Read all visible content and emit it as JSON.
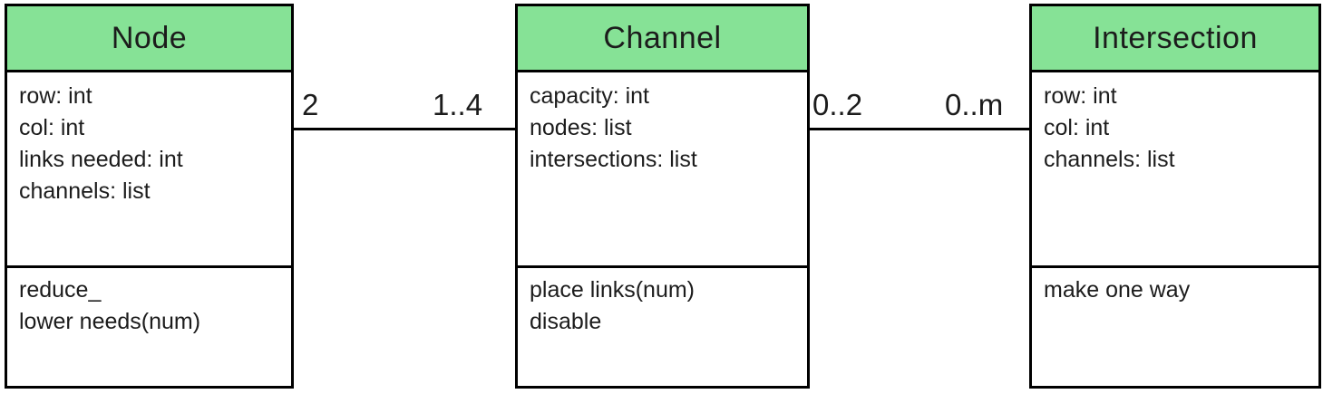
{
  "diagram": {
    "type": "uml-class-diagram",
    "colors": {
      "header_fill": "#86E296",
      "border": "#000000",
      "background": "#FFFFFF"
    },
    "classes": [
      {
        "name": "Node",
        "attributes": [
          "row: int",
          "col: int",
          "links needed: int",
          "channels: list"
        ],
        "methods": [
          "reduce_",
          "lower needs(num)"
        ]
      },
      {
        "name": "Channel",
        "attributes": [
          "capacity: int",
          "nodes: list",
          "intersections: list"
        ],
        "methods": [
          "place links(num)",
          "disable"
        ]
      },
      {
        "name": "Intersection",
        "attributes": [
          "row: int",
          "col: int",
          "channels: list"
        ],
        "methods": [
          "make one way"
        ]
      }
    ],
    "associations": [
      {
        "from": "Node",
        "to": "Channel",
        "from_multiplicity": "2",
        "to_multiplicity": "1..4"
      },
      {
        "from": "Channel",
        "to": "Intersection",
        "from_multiplicity": "0..2",
        "to_multiplicity": "0..m"
      }
    ]
  }
}
